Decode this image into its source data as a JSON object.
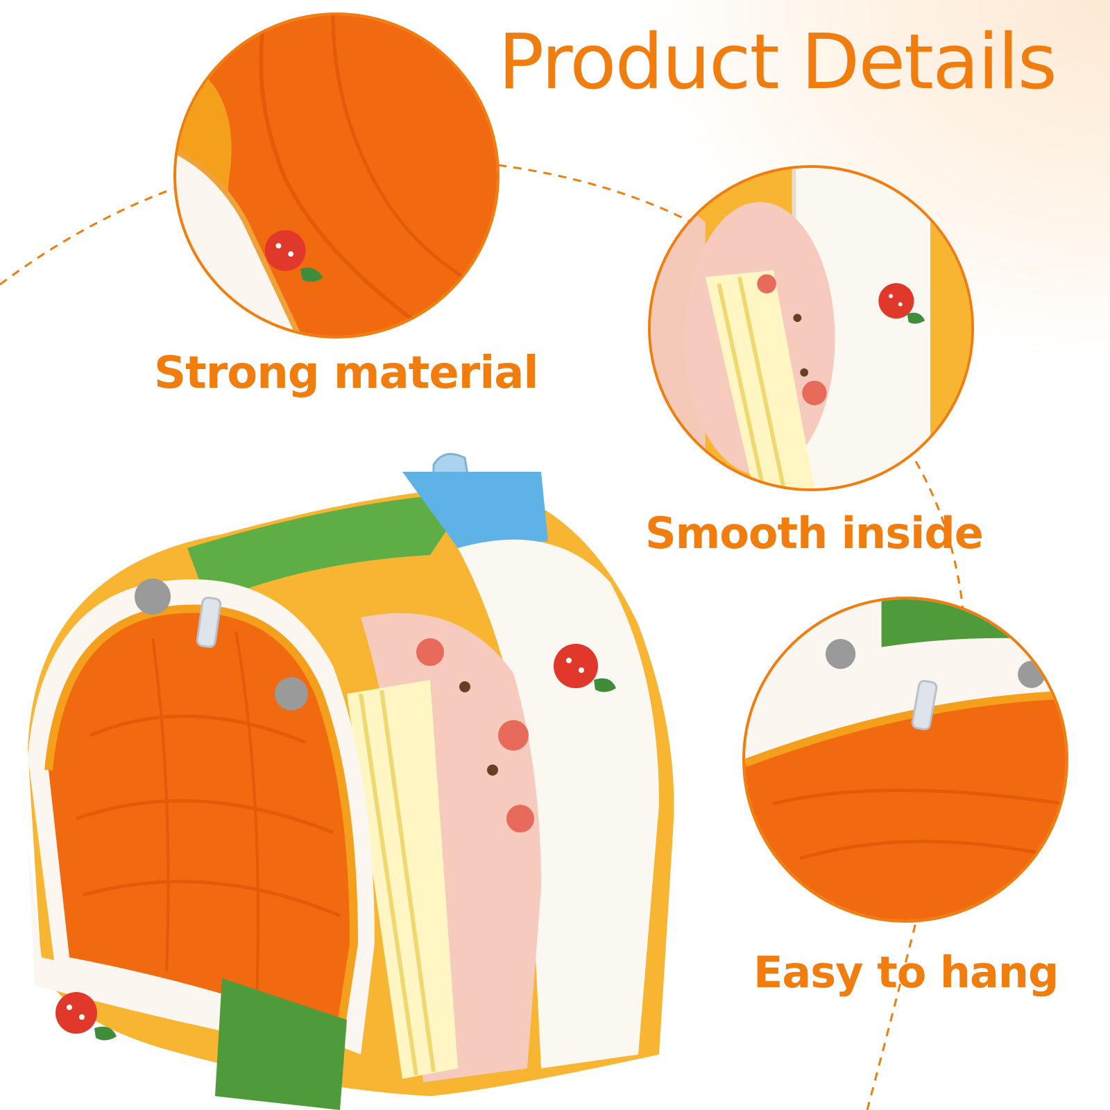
{
  "page": {
    "title": "Product Details"
  },
  "features": [
    {
      "label": "Strong material",
      "icon": "cushion-corner-closeup"
    },
    {
      "label": "Smooth inside",
      "icon": "printed-fabric-closeup"
    },
    {
      "label": "Easy to hang",
      "icon": "hanging-loop-closeup"
    }
  ],
  "colors": {
    "accent": "#f07d0e",
    "inner_lining": "#f26a10",
    "fabric_yellow": "#f7b531",
    "fabric_green": "#4f9a3a"
  }
}
